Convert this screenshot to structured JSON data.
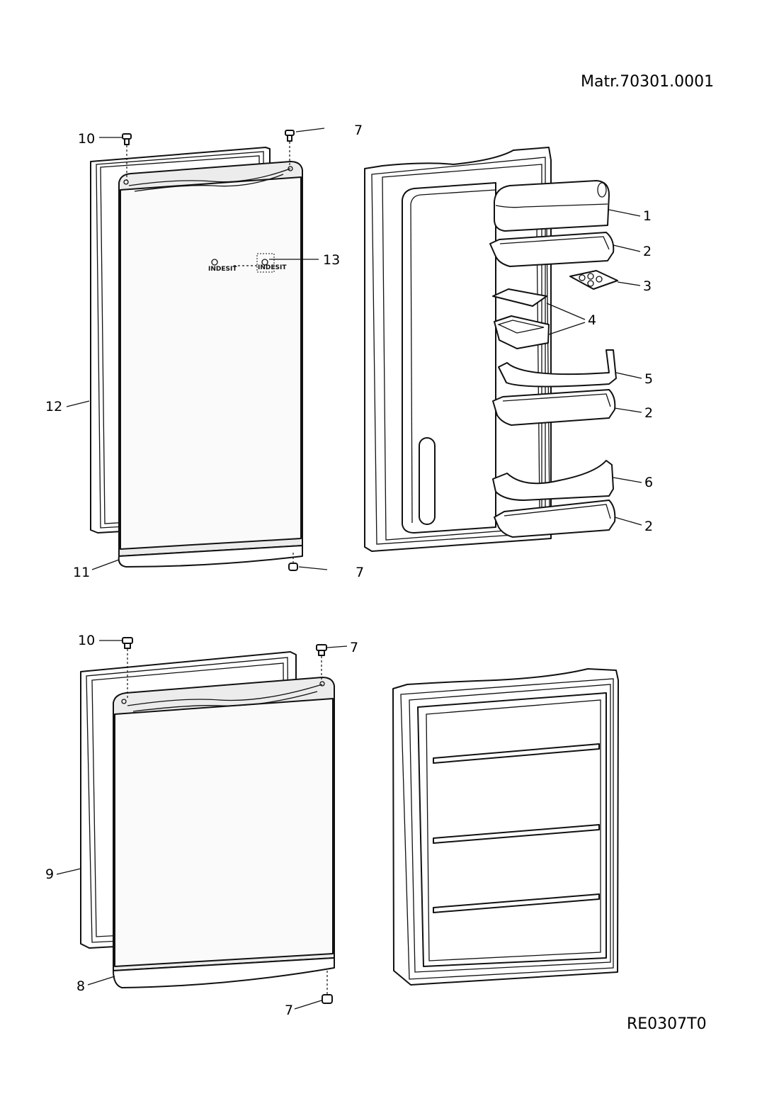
{
  "header": {
    "model_code": "Matr.70301.0001"
  },
  "footer": {
    "drawing_code": "RE0307T0"
  },
  "callouts": {
    "c1": "1",
    "c2a": "2",
    "c2b": "2",
    "c2c": "2",
    "c3": "3",
    "c4": "4",
    "c5": "5",
    "c6": "6",
    "c7a": "7",
    "c7b": "7",
    "c7c": "7",
    "c7d": "7",
    "c8": "8",
    "c9": "9",
    "c10a": "10",
    "c10b": "10",
    "c11": "11",
    "c12": "12",
    "c13": "13"
  },
  "parts": [
    {
      "ref": "1",
      "item": "door-top-cover"
    },
    {
      "ref": "2",
      "item": "door-balcony-shelf"
    },
    {
      "ref": "3",
      "item": "egg-tray"
    },
    {
      "ref": "4",
      "item": "small-container-with-lid"
    },
    {
      "ref": "5",
      "item": "bottle-retainer-bar"
    },
    {
      "ref": "6",
      "item": "bottle-retainer"
    },
    {
      "ref": "7",
      "item": "hinge-pin"
    },
    {
      "ref": "8",
      "item": "freezer-door"
    },
    {
      "ref": "9",
      "item": "freezer-door-gasket"
    },
    {
      "ref": "10",
      "item": "hinge-cover-plug"
    },
    {
      "ref": "11",
      "item": "fridge-door"
    },
    {
      "ref": "12",
      "item": "fridge-door-gasket"
    },
    {
      "ref": "13",
      "item": "brand-badge"
    }
  ],
  "badge": {
    "brand_text": "INDESIT"
  }
}
